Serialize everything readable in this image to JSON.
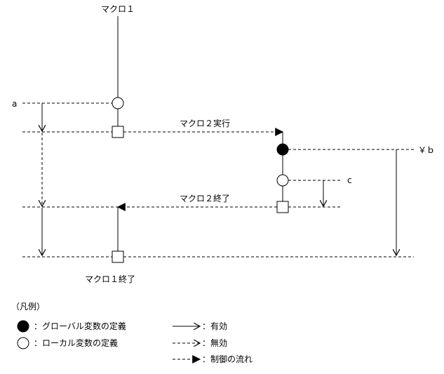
{
  "labels": {
    "macro1": "マクロ１",
    "macro2_run": "マクロ２実行",
    "macro2_end": "マクロ２終了",
    "macro1_end": "マクロ１終了",
    "var_a": "a",
    "var_yen_b": "￥ｂ",
    "var_c": "c"
  },
  "legend": {
    "heading": "（凡例）",
    "global_def": "：グローバル変数の定義",
    "local_def": "：ローカル変数の定義",
    "valid": "：有効",
    "invalid": "：無効",
    "control_flow": "：制御の流れ"
  }
}
